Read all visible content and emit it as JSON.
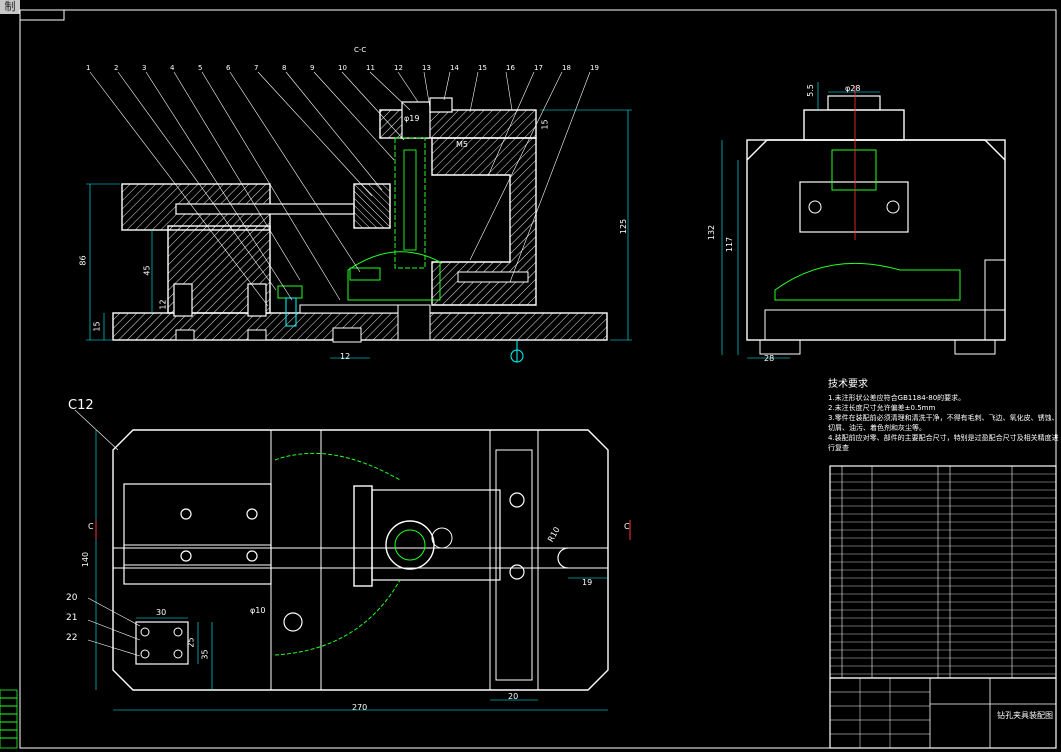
{
  "window": {
    "tab_label": "制"
  },
  "drawing": {
    "section_label": "C-C",
    "detail_label": "C12",
    "title_block_name": "钻孔夹具装配图"
  },
  "part_numbers": [
    "1",
    "2",
    "3",
    "4",
    "5",
    "6",
    "7",
    "8",
    "9",
    "10",
    "11",
    "12",
    "13",
    "14",
    "15",
    "16",
    "17",
    "18",
    "19",
    "20",
    "21",
    "22"
  ],
  "dimensions": {
    "front": {
      "height_86": "86",
      "height_45": "45",
      "base_15": "15",
      "d12": "12",
      "hole_12": "12",
      "total_125": "125",
      "slot_15": "15",
      "phi19": "φ19",
      "m5": "M5"
    },
    "side": {
      "phi28": "φ28",
      "top_5_5": "5.5",
      "h132": "132",
      "h117": "117",
      "w28": "28"
    },
    "plan": {
      "w140": "140",
      "w30": "30",
      "h35": "35",
      "h25": "25",
      "phi10": "φ10",
      "w19": "19",
      "w20": "20",
      "total_270": "270",
      "r10": "R10",
      "c_left": "C",
      "c_right": "C"
    }
  },
  "notes": {
    "title": "技术要求",
    "lines": [
      "1.未注形状公差应符合GB1184-80的要求。",
      "2.未注长度尺寸允许偏差±0.5mm",
      "3.零件在装配前必须清理和清洗干净，不得有毛刺、飞边、氧化皮、锈蚀、切屑、油污、着色剂和灰尘等。",
      "4.装配前应对零、部件的主要配合尺寸，特别是过盈配合尺寸及相关精度进行复查"
    ]
  },
  "colors": {
    "background": "#000000",
    "outline": "#ffffff",
    "dimension": "#00ffff",
    "hidden": "#ffff00",
    "green": "#33ff33",
    "center": "#ff3333"
  }
}
